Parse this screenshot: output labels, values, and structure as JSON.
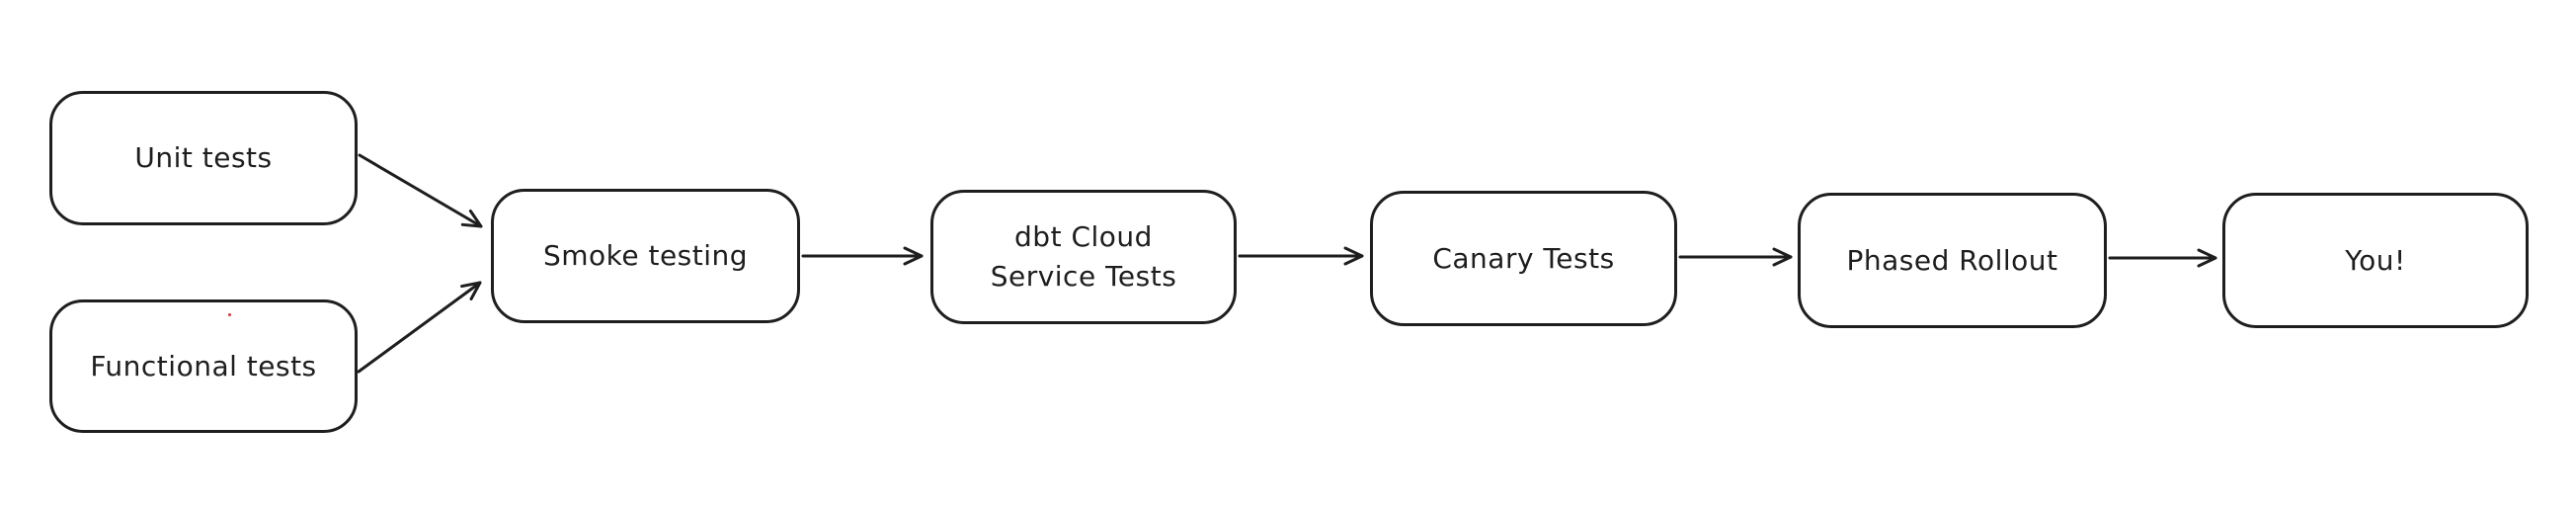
{
  "diagram": {
    "type": "flowchart",
    "background_color": "#ffffff",
    "stroke_color": "#1e1e1e",
    "node_fill_color": "#ffffff",
    "stray_dot_color": "#d14b4b",
    "nodes": [
      {
        "id": "unit-tests",
        "label": "Unit tests"
      },
      {
        "id": "functional-tests",
        "label": "Functional tests"
      },
      {
        "id": "smoke-testing",
        "label": "Smoke testing"
      },
      {
        "id": "dbt-cloud-service-tests",
        "label": "dbt Cloud\nService Tests"
      },
      {
        "id": "canary-tests",
        "label": "Canary Tests"
      },
      {
        "id": "phased-rollout",
        "label": "Phased Rollout"
      },
      {
        "id": "you",
        "label": "You!"
      }
    ],
    "edges": [
      {
        "from": "unit-tests",
        "to": "smoke-testing"
      },
      {
        "from": "functional-tests",
        "to": "smoke-testing"
      },
      {
        "from": "smoke-testing",
        "to": "dbt-cloud-service-tests"
      },
      {
        "from": "dbt-cloud-service-tests",
        "to": "canary-tests"
      },
      {
        "from": "canary-tests",
        "to": "phased-rollout"
      },
      {
        "from": "phased-rollout",
        "to": "you"
      }
    ]
  }
}
